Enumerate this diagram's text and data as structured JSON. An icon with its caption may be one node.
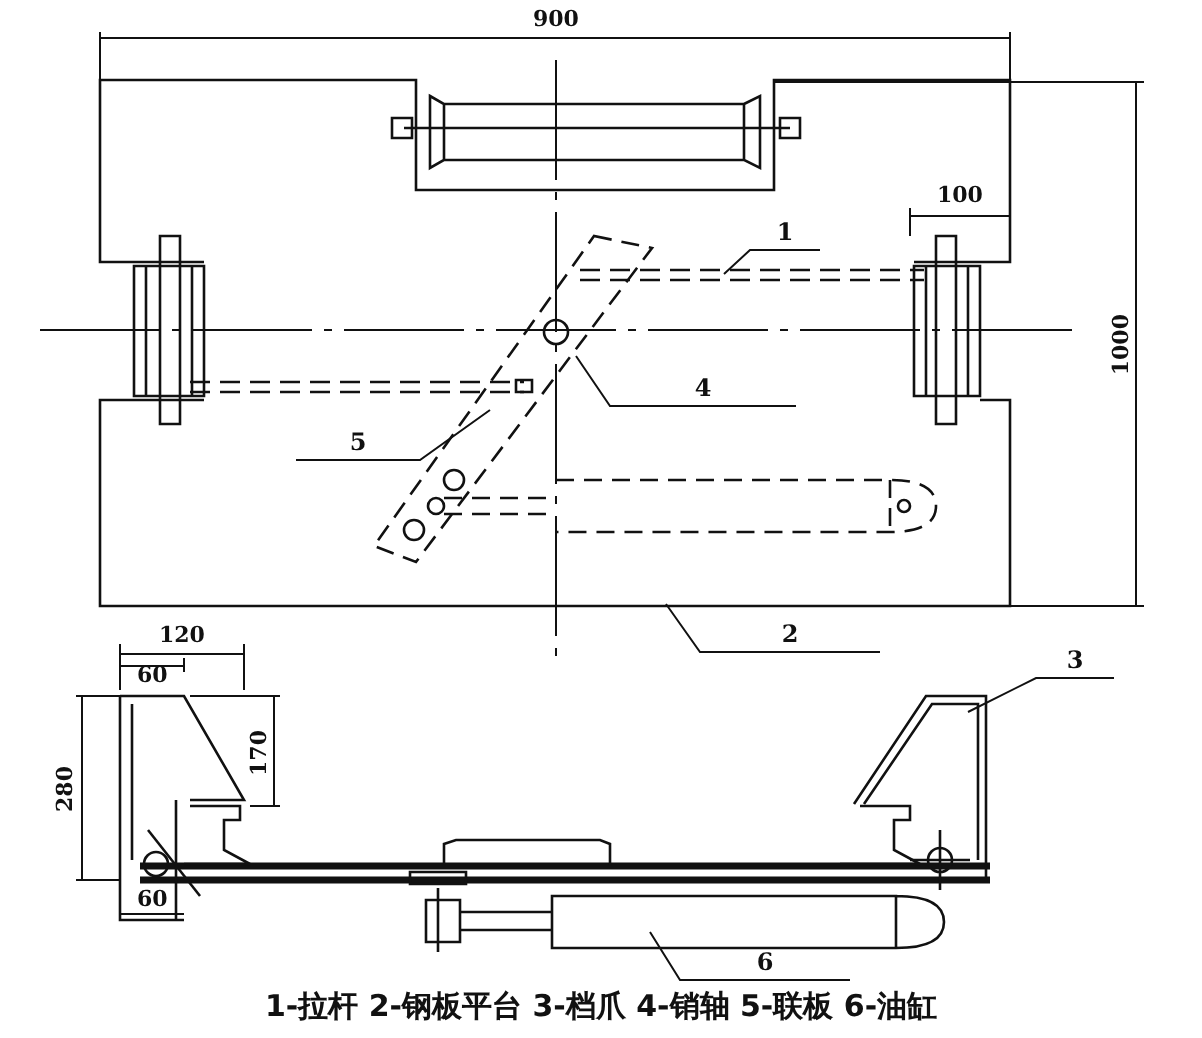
{
  "diagram": {
    "caption": "1-拉杆 2-钢板平台 3-档爪 4-销轴 5-联板 6-油缸",
    "nodes": [
      {
        "text": [
          "1"
        ]
      },
      {
        "text": [
          "2"
        ]
      },
      {
        "text": [
          "3"
        ]
      },
      {
        "text": [
          "4"
        ]
      },
      {
        "text": [
          "5"
        ]
      },
      {
        "text": [
          "6"
        ]
      }
    ],
    "edges": [
      {
        "from": 0,
        "to": null,
        "arrow": "none"
      },
      {
        "from": 1,
        "to": null,
        "arrow": "none"
      },
      {
        "from": 2,
        "to": null,
        "arrow": "none"
      },
      {
        "from": 3,
        "to": null,
        "arrow": "none"
      },
      {
        "from": 4,
        "to": null,
        "arrow": "none"
      },
      {
        "from": 5,
        "to": null,
        "arrow": "none"
      }
    ],
    "labels": [
      "900",
      "100",
      "1000",
      "120",
      "60",
      "170",
      "280",
      "60"
    ]
  }
}
